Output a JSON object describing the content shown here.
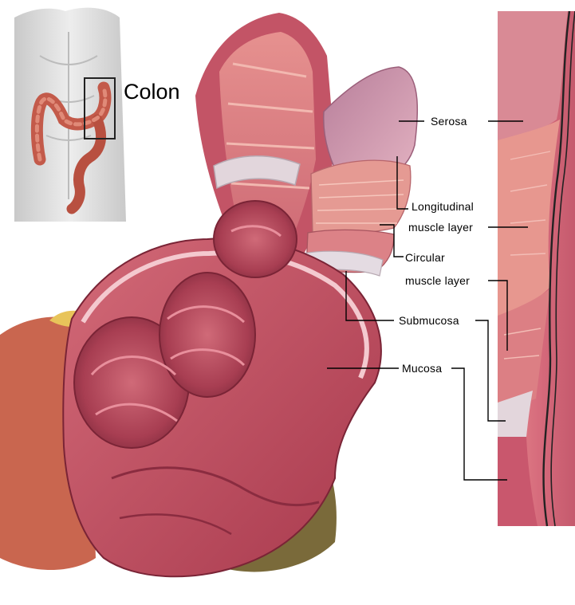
{
  "inset": {
    "title": "Colon"
  },
  "labels": {
    "serosa": "Serosa",
    "longitudinal_line1": "Longitudinal",
    "longitudinal_line2": "muscle layer",
    "circular_line1": "Circular",
    "circular_line2": "muscle layer",
    "submucosa": "Submucosa",
    "mucosa": "Mucosa"
  },
  "colors": {
    "mucosa": "#b84a5b",
    "muscle": "#d9757a",
    "serosa": "#c98aa0",
    "submucosa": "#dcd2d8",
    "torso": "#d6d6d6"
  }
}
